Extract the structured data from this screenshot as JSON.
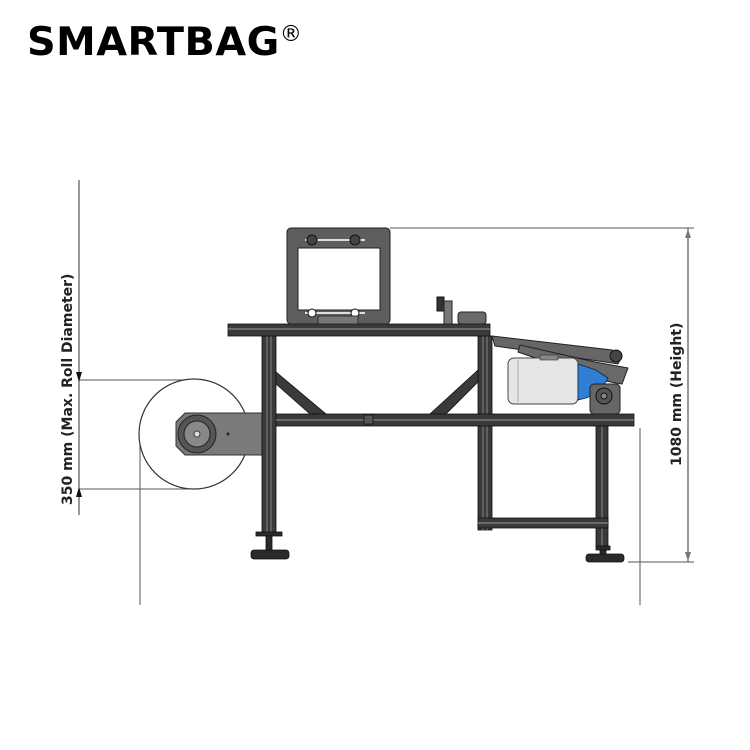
{
  "brand": {
    "name": "SMARTBAG",
    "registered_mark": "®"
  },
  "dimensions": {
    "roll_diameter": {
      "value": "350 mm",
      "label": "350 mm (Max. Roll Diameter)"
    },
    "height": {
      "value": "1080 mm",
      "label": "1080 mm (Height)"
    }
  },
  "components": [
    "forming-frame",
    "table-top-rail",
    "sensor-bracket",
    "motor",
    "gearbox",
    "pivot-arm",
    "roll-holder",
    "frame-legs",
    "leveling-feet",
    "lower-frame"
  ],
  "colors": {
    "frame": "#3a3a3a",
    "plate": "#6e6e6e",
    "motor_body": "#e8e8e8",
    "gearbox": "#2f7fd6",
    "dimension_line": "#555555"
  }
}
